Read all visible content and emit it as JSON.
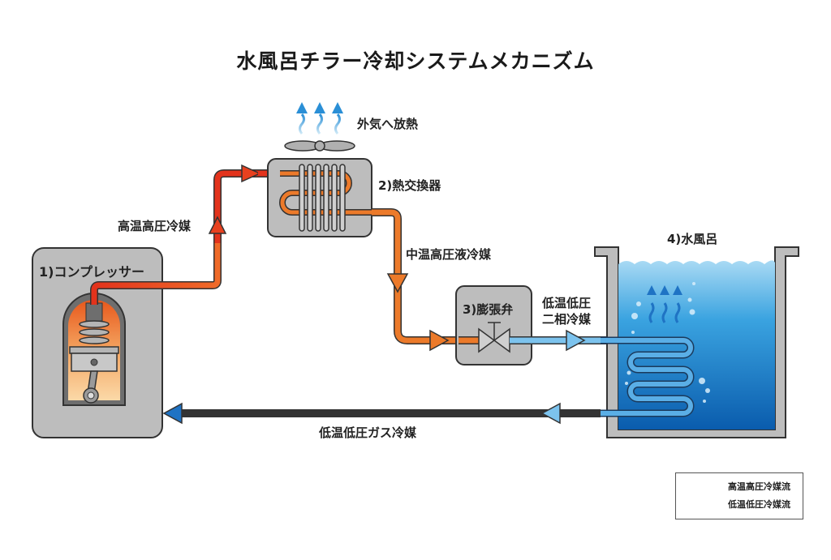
{
  "title": "水風呂チラー冷却システムメカニズム",
  "components": {
    "compressor": {
      "label": "1)コンプレッサー"
    },
    "heat_exchanger": {
      "label": "2)熱交換器",
      "note": "外気へ放熱"
    },
    "expansion_valve": {
      "label": "3)膨張弁"
    },
    "cold_bath": {
      "label": "4)水風呂"
    }
  },
  "flows": {
    "high_temp_high_pressure": "高温高圧冷媒",
    "mid_temp_high_pressure_liquid": "中温高圧液冷媒",
    "low_temp_low_pressure_two_phase_line1": "低温低圧",
    "low_temp_low_pressure_two_phase_line2": "二相冷媒",
    "low_temp_low_pressure_gas": "低温低圧ガス冷媒"
  },
  "legend": {
    "items": [
      {
        "label": "高温高圧冷媒流",
        "color": "#e8411f"
      },
      {
        "label": "低温低圧冷媒流",
        "color": "#2a8fd6"
      }
    ]
  },
  "colors": {
    "hot": "#e3421c",
    "warm": "#ec7a2a",
    "cold_light": "#7cc3ee",
    "cold_dark": "#1f73c4",
    "water_top": "#a9daf4",
    "water_bottom": "#0a5cad",
    "unit_gray": "#bdbdbd"
  }
}
